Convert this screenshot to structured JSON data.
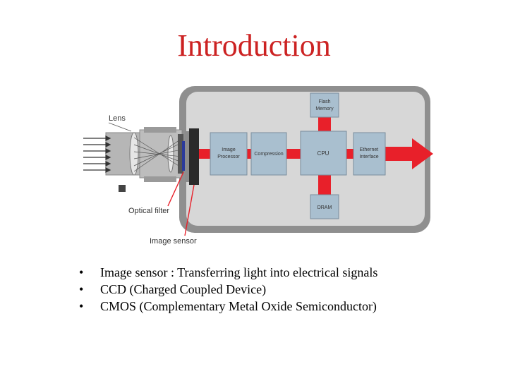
{
  "title": "Introduction",
  "diagram": {
    "callouts": {
      "lens": "Lens",
      "optical_filter": "Optical filter",
      "image_sensor": "Image sensor"
    },
    "blocks": {
      "flash_memory": [
        "Flash",
        "Memory"
      ],
      "image_processor": [
        "Image",
        "Processor"
      ],
      "compression": [
        "Compression"
      ],
      "cpu": [
        "CPU"
      ],
      "ethernet_interface": [
        "Ethernet",
        "Interface"
      ],
      "dram": [
        "DRAM"
      ]
    },
    "colors": {
      "body_outer": "#8f8f8f",
      "body_inner": "#d7d7d7",
      "block_fill": "#a9bfcf",
      "bus": "#e8202a",
      "callout_line": "#e8202a"
    }
  },
  "bullets": [
    "Image sensor : Transferring light into electrical signals",
    "CCD (Charged Coupled Device)",
    "CMOS (Complementary Metal Oxide Semiconductor)"
  ],
  "bullet_symbol": "•"
}
